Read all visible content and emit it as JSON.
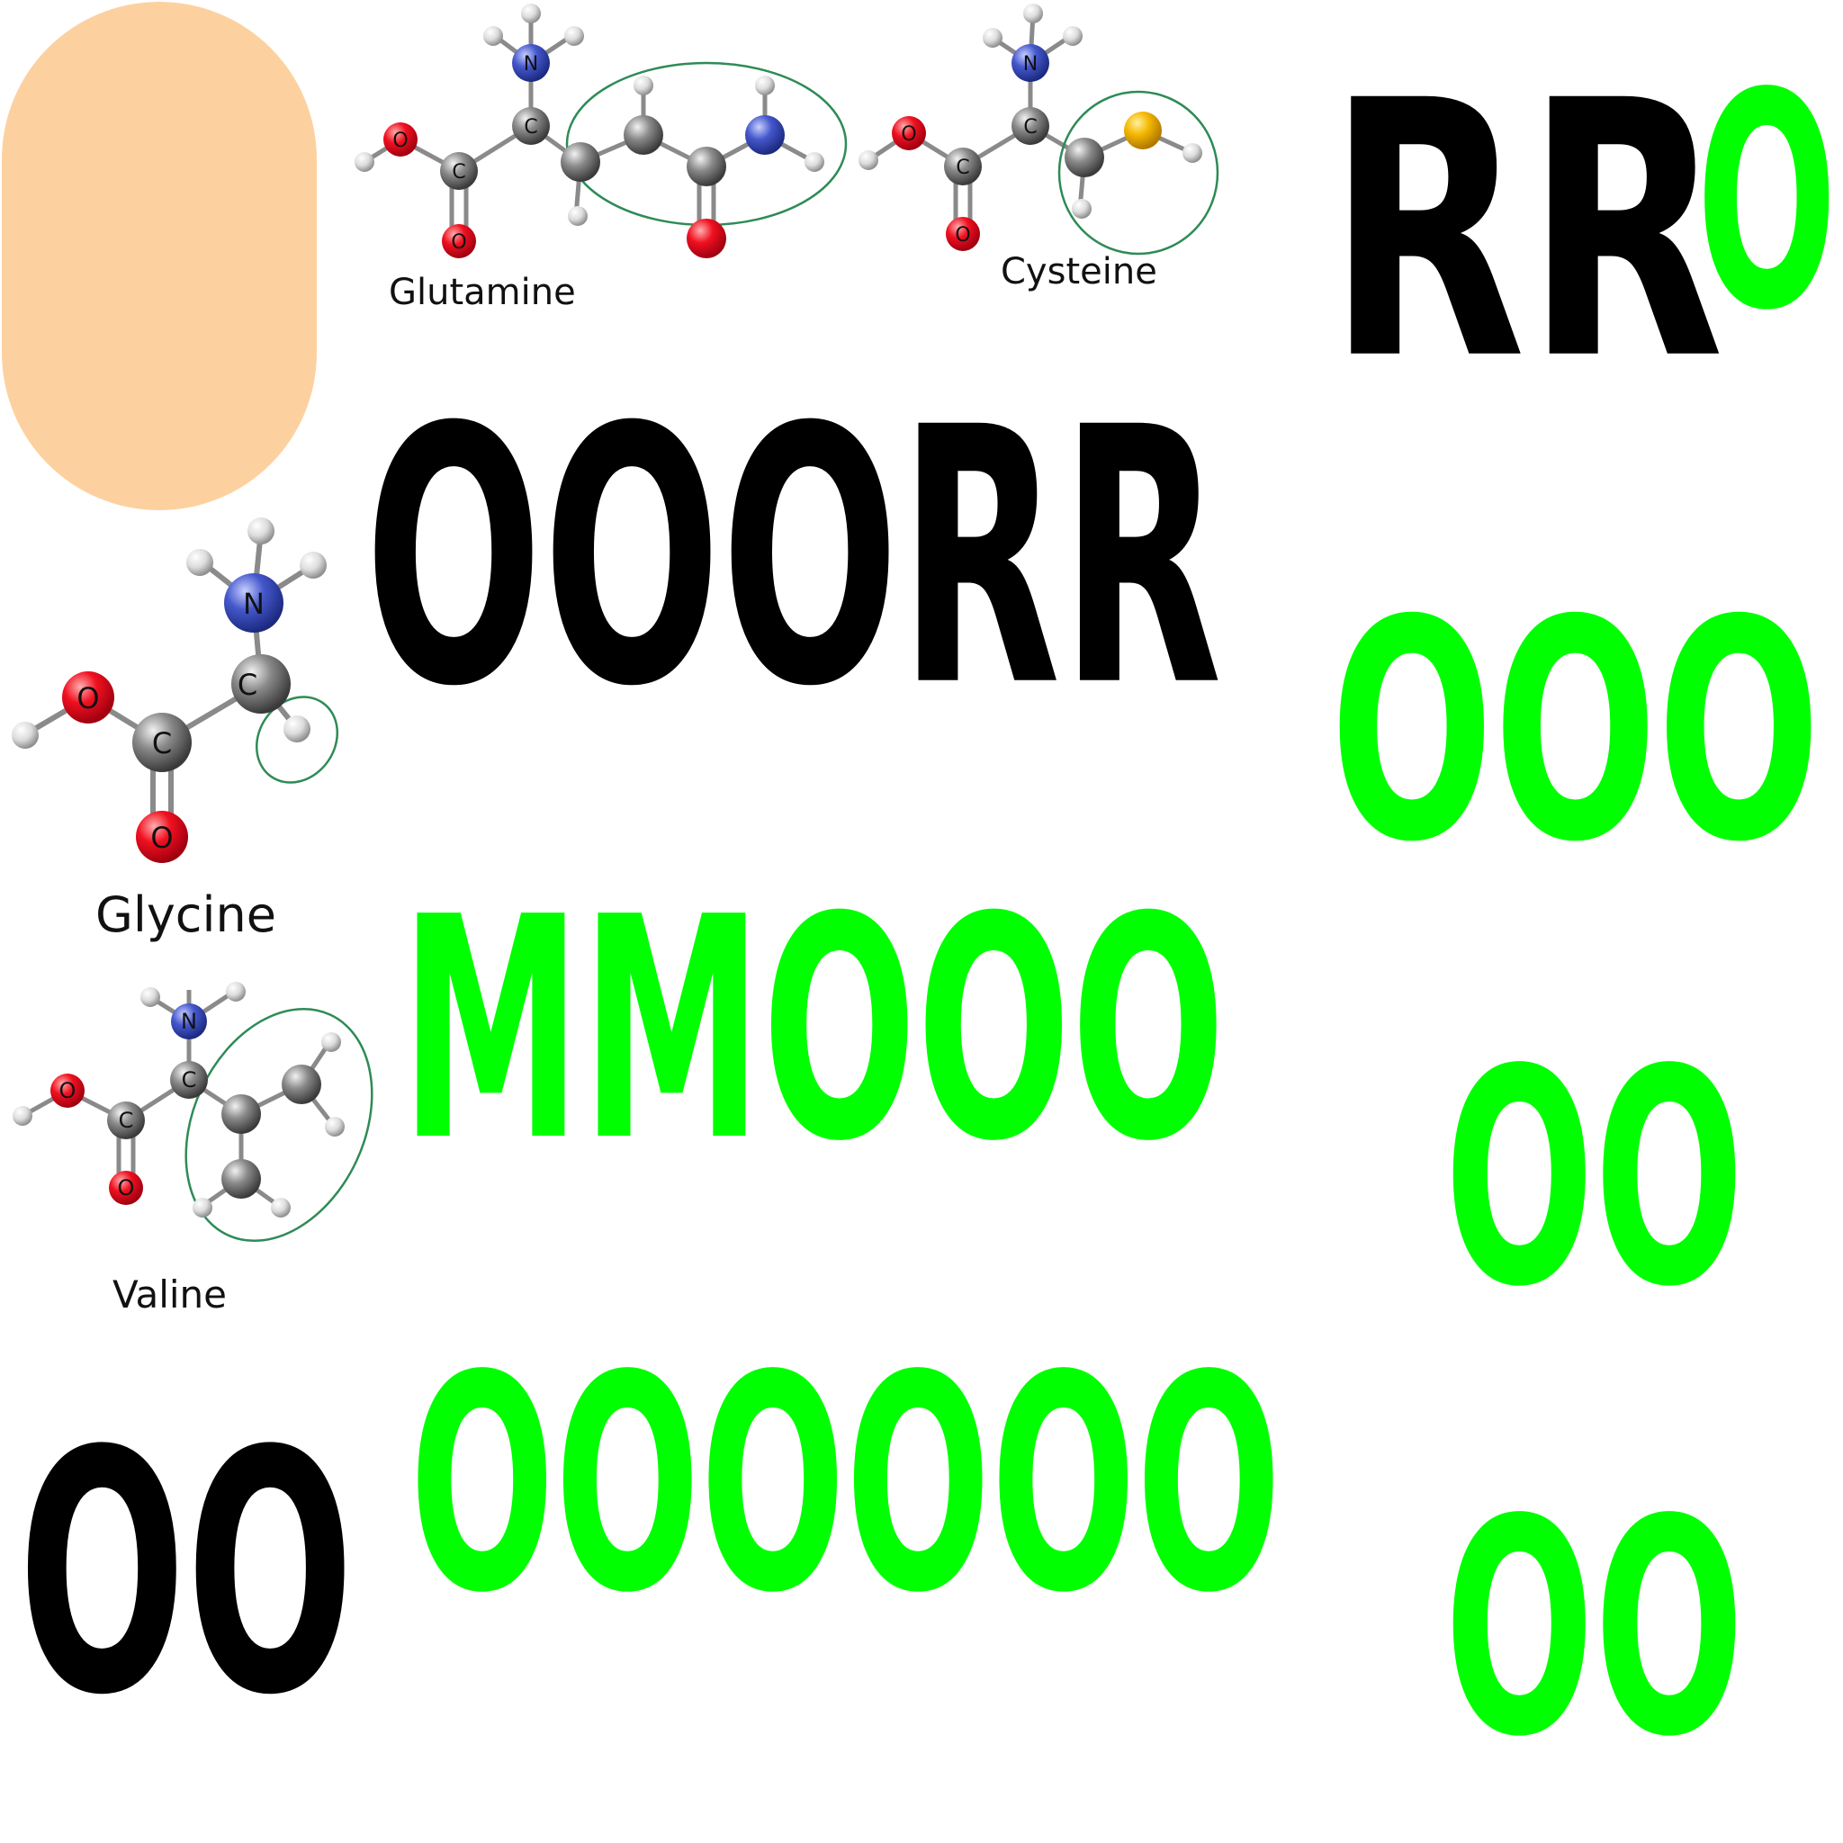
{
  "molecules": {
    "glutamine": {
      "label": "Glutamine"
    },
    "cysteine": {
      "label": "Cysteine"
    },
    "glycine": {
      "label": "Glycine"
    },
    "valine": {
      "label": "Valine"
    }
  },
  "atoms": {
    "O": "O",
    "C": "C",
    "N": "N"
  },
  "letters": {
    "row1": "RR",
    "row1_green": "O",
    "row2": "OOORR",
    "row3_green": "OOO",
    "row4_green": "MMOOO",
    "row5_green": "OO",
    "row6_black": "OO",
    "row6_green": "OOOOOO",
    "row7_green": "OO"
  },
  "colors": {
    "blob": "#fdd19f",
    "letter_black": "#000000",
    "letter_green": "#00ff00",
    "ring": "#2e8b57",
    "oxygen": "#e8102a",
    "carbon": "#7a7a7a",
    "nitrogen": "#3f55c8",
    "sulfur": "#f2b500",
    "hydrogen": "#e6e6e6"
  }
}
